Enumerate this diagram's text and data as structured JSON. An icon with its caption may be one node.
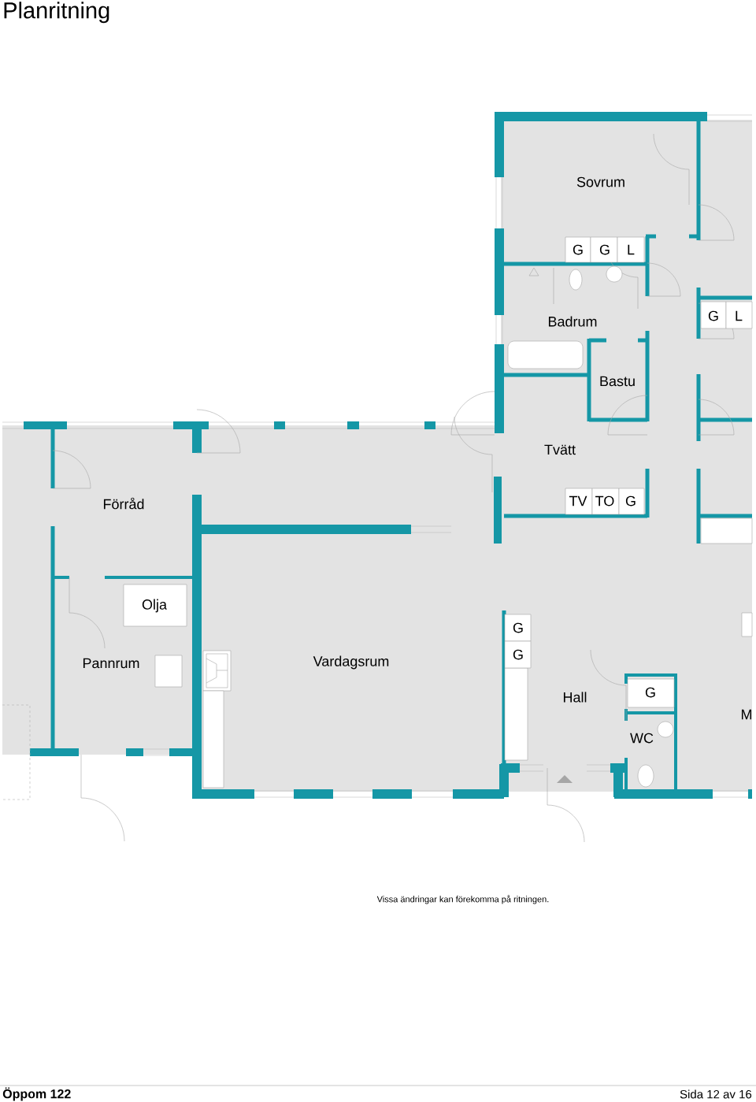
{
  "diagram": {
    "title": "Planritning",
    "labels": [
      "Sovrum",
      "G",
      "G",
      "L",
      "Badrum",
      "G",
      "L",
      "Bastu",
      "Tvätt",
      "Förråd",
      "TV",
      "TO",
      "G",
      "Olja",
      "G",
      "G",
      "Pannrum",
      "Vardagsrum",
      "G",
      "Hall",
      "M",
      "WC",
      "Vissa ändringar kan förekomma på ritningen.",
      "Öppom 122",
      "Sida 12 av 16"
    ]
  }
}
